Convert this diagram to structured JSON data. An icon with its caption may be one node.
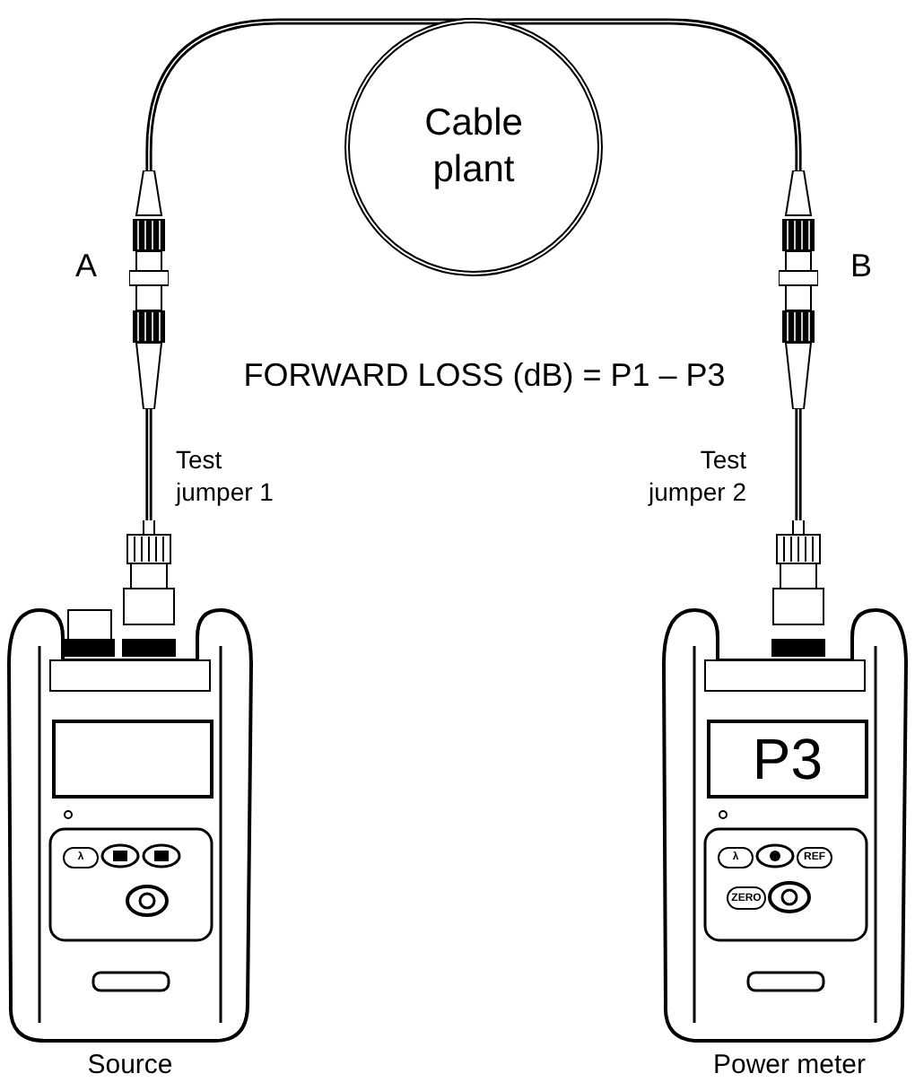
{
  "diagram": {
    "nodes": [
      {
        "text": [
          "Cable plant"
        ]
      },
      {
        "text": [],
        "shape": "connector",
        "beside": [
          "A"
        ]
      },
      {
        "text": [],
        "shape": "connector",
        "beside": [
          "B"
        ]
      },
      {
        "text": [],
        "shape": "picture",
        "beside": [
          "Source"
        ]
      },
      {
        "text": [
          "P3"
        ],
        "beside": [
          "Power meter"
        ]
      }
    ],
    "edges": [
      {
        "from": 3,
        "to": 1,
        "arrow": "none",
        "label": "Test jumper 1"
      },
      {
        "from": 1,
        "to": 0,
        "arrow": "none"
      },
      {
        "from": 0,
        "to": 2,
        "arrow": "none"
      },
      {
        "from": 2,
        "to": 4,
        "arrow": "none",
        "label": "Test jumper 2"
      }
    ],
    "labels": [
      "FORWARD LOSS (dB) = P1 – P3",
      "λ",
      "λ",
      "REF",
      "ZERO"
    ]
  }
}
